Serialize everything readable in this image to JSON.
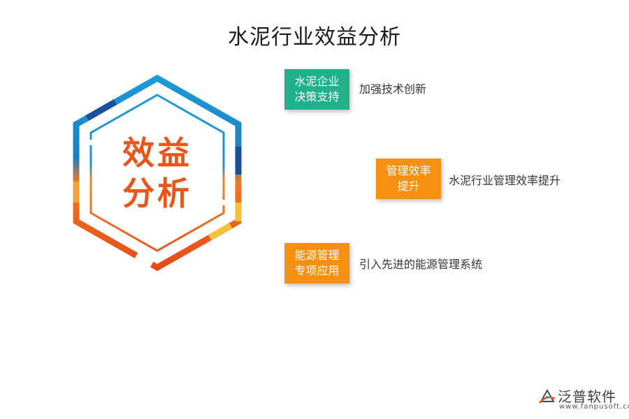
{
  "title": "水泥行业效益分析",
  "center": {
    "line1": "效益",
    "line2": "分析"
  },
  "items": [
    {
      "tag_line1": "水泥企业",
      "tag_line2": "决策支持",
      "description": "加强技术创新",
      "tag_color": "#21b08c"
    },
    {
      "tag_line1": "管理效率",
      "tag_line2": "提升",
      "description": "水泥行业管理效率提升",
      "tag_color": "#f7900f"
    },
    {
      "tag_line1": "能源管理",
      "tag_line2": "专项应用",
      "description": "引入先进的能源管理系统",
      "tag_color": "#f7900f"
    }
  ],
  "logo": {
    "name": "泛普软件",
    "url": "www.fanpusoft.com"
  },
  "colors": {
    "hex_blue": "#1e9ad6",
    "hex_dark_blue": "#1a4f9c",
    "hex_orange": "#ef7a22",
    "hex_red": "#e54a1a",
    "hex_yellow": "#f4c13a",
    "center_text": "#e8561c"
  }
}
